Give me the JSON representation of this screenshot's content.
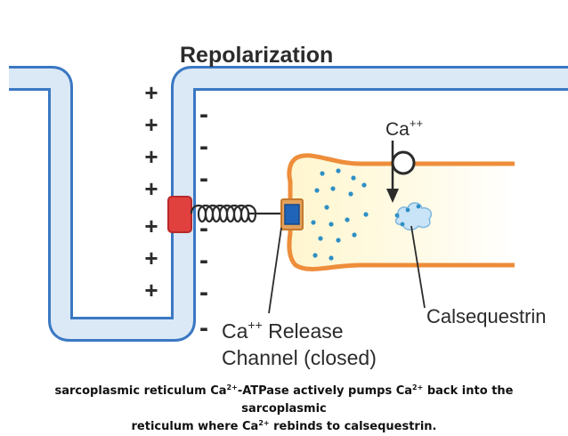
{
  "diagram": {
    "title": "Repolarization",
    "ca_pump_label": "Ca",
    "ca_pump_superscript": "++",
    "release_label_ca": "Ca",
    "release_label_superscript": "++",
    "release_label_line1_rest": " Release",
    "release_label_line2": "Channel (closed)",
    "calsequestrin_label": "Calsequestrin",
    "plus_sign": "+",
    "minus_sign": "-",
    "colors": {
      "membrane_outline": "#3a78c3",
      "membrane_fill": "#dbe8f6",
      "sr_outline": "#ee8d3a",
      "sr_fill": "#fff8d8",
      "ca_dots": "#2e8fc4",
      "voltage_sensor": "#e0413f",
      "release_channel": "#1f64b8",
      "calsequestrin": "#c9e4f7"
    }
  },
  "caption": {
    "p1": "sarcoplasmic reticulum Ca",
    "s1": "2+",
    "p2": "-ATPase  actively pumps Ca",
    "s2": "2+",
    "p3": " back into the sarcoplasmic",
    "p4": "reticulum where Ca",
    "s3": "2+",
    "p5": " rebinds to calsequestrin."
  }
}
